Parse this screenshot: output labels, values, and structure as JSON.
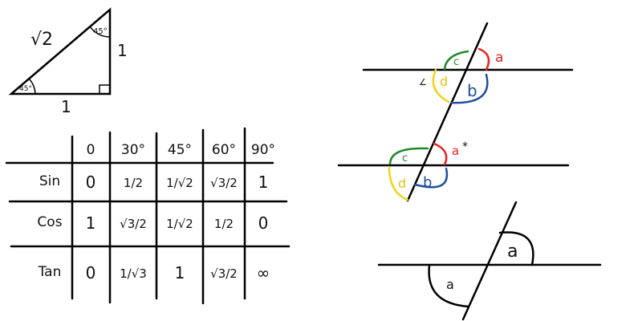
{
  "triangle": {
    "hypotenuse": "√2",
    "vertical_side": "1",
    "base": "1",
    "angle_top": "45°",
    "angle_left": "45°"
  },
  "table": {
    "columns": [
      "0",
      "30°",
      "45°",
      "60°",
      "90°"
    ],
    "rows": [
      {
        "label": "Sin",
        "cells": [
          "0",
          "1/2",
          "1/√2",
          "√3/2",
          "1"
        ]
      },
      {
        "label": "Cos",
        "cells": [
          "1",
          "√3/2",
          "1/√2",
          "1/2",
          "0"
        ]
      },
      {
        "label": "Tan",
        "cells": [
          "0",
          "1/√3",
          "1",
          "√3/2",
          "∞"
        ]
      }
    ]
  },
  "parallel_lines": {
    "upper_labels": {
      "a": "a",
      "b": "b",
      "c": "c",
      "d": "d"
    },
    "lower_labels": {
      "a": "a",
      "b": "b",
      "c": "c",
      "d": "d"
    },
    "marks": [
      "∠",
      "*"
    ]
  },
  "vertical_angles": {
    "top_label": "a",
    "bottom_label": "a"
  },
  "colors": {
    "a": "#e8231e",
    "b": "#1f4f9a",
    "c": "#1e8a2a",
    "d": "#f2d21b"
  }
}
